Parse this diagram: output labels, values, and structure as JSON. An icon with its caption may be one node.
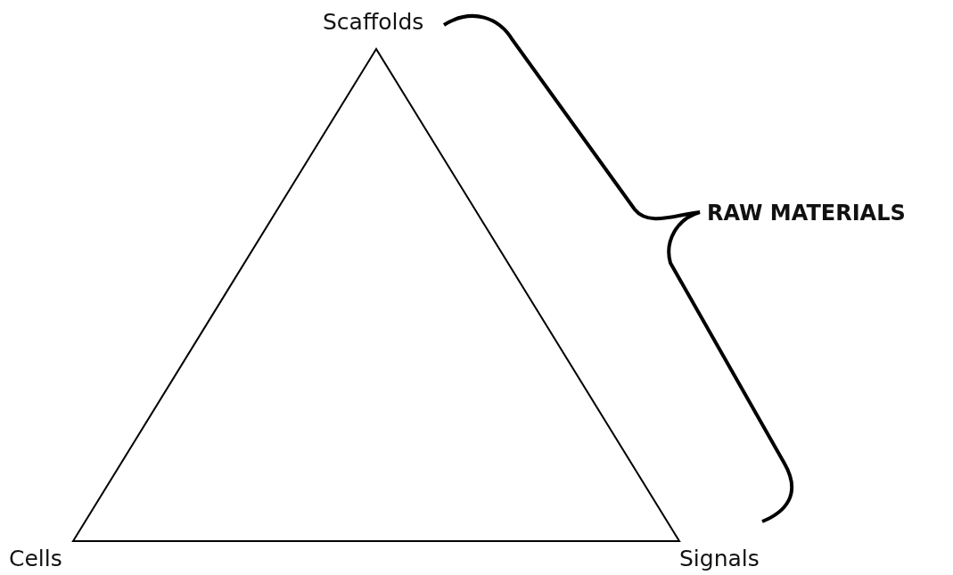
{
  "diagram": {
    "labels": [
      "Scaffolds",
      "RAW MATERIALS",
      "Cells",
      "Signals"
    ]
  }
}
